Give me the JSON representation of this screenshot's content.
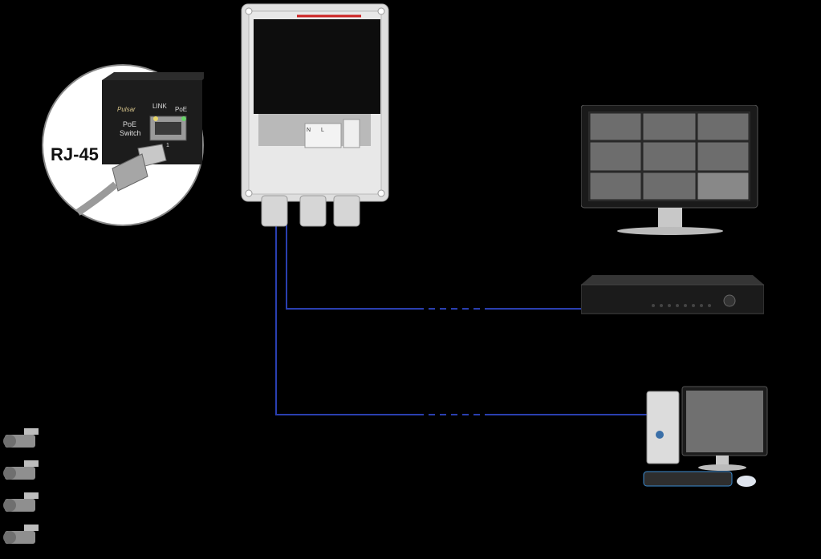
{
  "inset": {
    "label": "RJ-45",
    "brand": "Pulsar",
    "device_line1": "PoE",
    "device_line2": "Switch",
    "port_link_label": "LINK",
    "port_poe_label": "PoE",
    "port_number": "1"
  },
  "enclosure": {
    "terminal_labels": [
      "N",
      "L"
    ]
  },
  "colors": {
    "background": "#000000",
    "cable": "#2a3fb0",
    "enclosure": "#dcdcdc",
    "screen_frame": "#1a1a1a"
  },
  "cameras": {
    "count": 4
  }
}
